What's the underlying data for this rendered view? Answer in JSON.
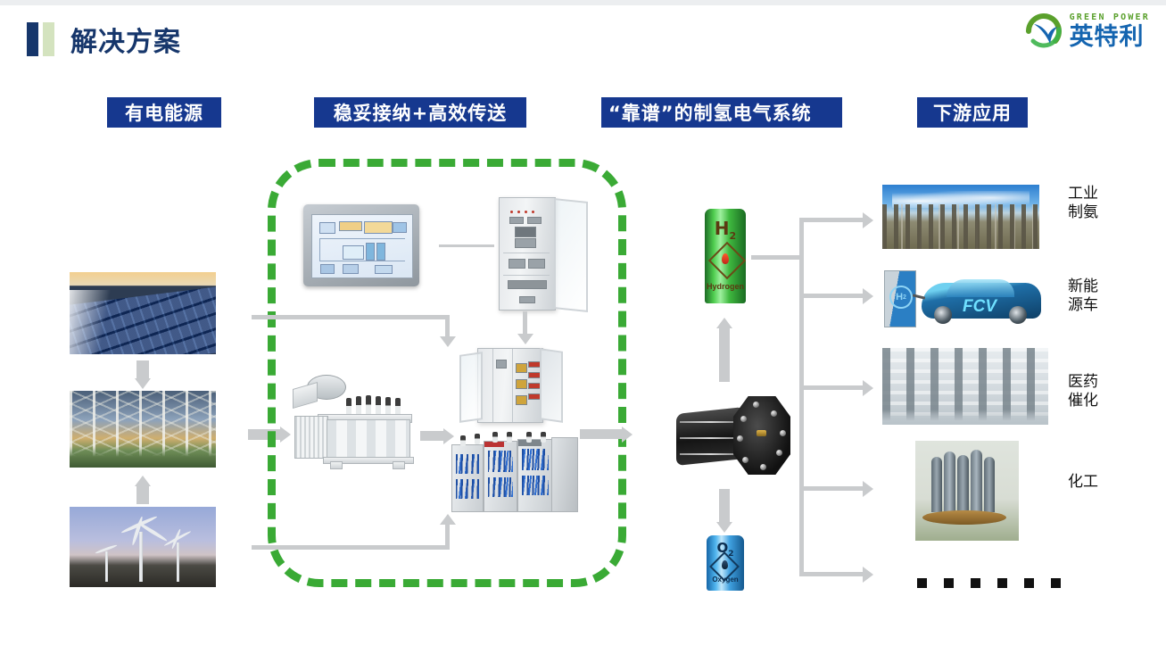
{
  "page": {
    "title": "解决方案",
    "accent_blue": "#16366b",
    "accent_green": "#d4e3bf",
    "chip_blue": "#16388f",
    "dash_green": "#3aaa35"
  },
  "logo": {
    "english": "GREEN POWER",
    "chinese": "英特利",
    "mark_name": "green-power-swoosh-logo",
    "green": "#5aa02c",
    "blue": "#1565b0"
  },
  "sections": [
    {
      "id": "source",
      "label": "有电能源"
    },
    {
      "id": "transmission",
      "label": "稳妥接纳+高效传送"
    },
    {
      "id": "electrical",
      "label": "“靠谱”的制氢电气系统"
    },
    {
      "id": "downstream",
      "label": "下游应用"
    }
  ],
  "source_column": {
    "items": [
      {
        "name": "solar-farm-photo",
        "caption": "solar-panel-array"
      },
      {
        "name": "substation-photo",
        "caption": "electric-substation"
      },
      {
        "name": "wind-farm-photo",
        "caption": "wind-turbines"
      }
    ]
  },
  "electrical_group": {
    "boxed_equipment": [
      {
        "name": "hmi-touch-panel",
        "caption": "hmi-panel"
      },
      {
        "name": "control-cabinet",
        "caption": "control-cabinet"
      },
      {
        "name": "rectifier-cabinet",
        "caption": "rectifier-cabinet"
      },
      {
        "name": "power-transformer",
        "caption": "power-transformer"
      },
      {
        "name": "switchgear-cabinets",
        "caption": "switchgear"
      }
    ]
  },
  "hydrogen_system": {
    "electrolyzer": {
      "name": "electrolyzer-stack"
    },
    "hydrogen_cylinder": {
      "symbol": "H",
      "subscript": "2",
      "gas_name": "Hydrogen",
      "color": "#3fb83f"
    },
    "oxygen_cylinder": {
      "symbol": "O",
      "subscript": "2",
      "gas_name": "Oxygen",
      "color": "#3fa0df"
    }
  },
  "downstream": {
    "items": [
      {
        "image": "ammonia-plant-photo",
        "label_line1": "工业",
        "label_line2": "制氨"
      },
      {
        "image": "fcv-hydrogen-car-photo",
        "label_line1": "新能",
        "label_line2": "源车"
      },
      {
        "image": "pharma-lab-photo",
        "label_line1": "医药",
        "label_line2": "催化"
      },
      {
        "image": "chemical-cylinders-photo",
        "label_line1": "化工",
        "label_line2": ""
      }
    ],
    "more_indicator_dots": 6
  },
  "fcv": {
    "badge": "H",
    "badge_sub": "2",
    "car_text": "FCV"
  }
}
